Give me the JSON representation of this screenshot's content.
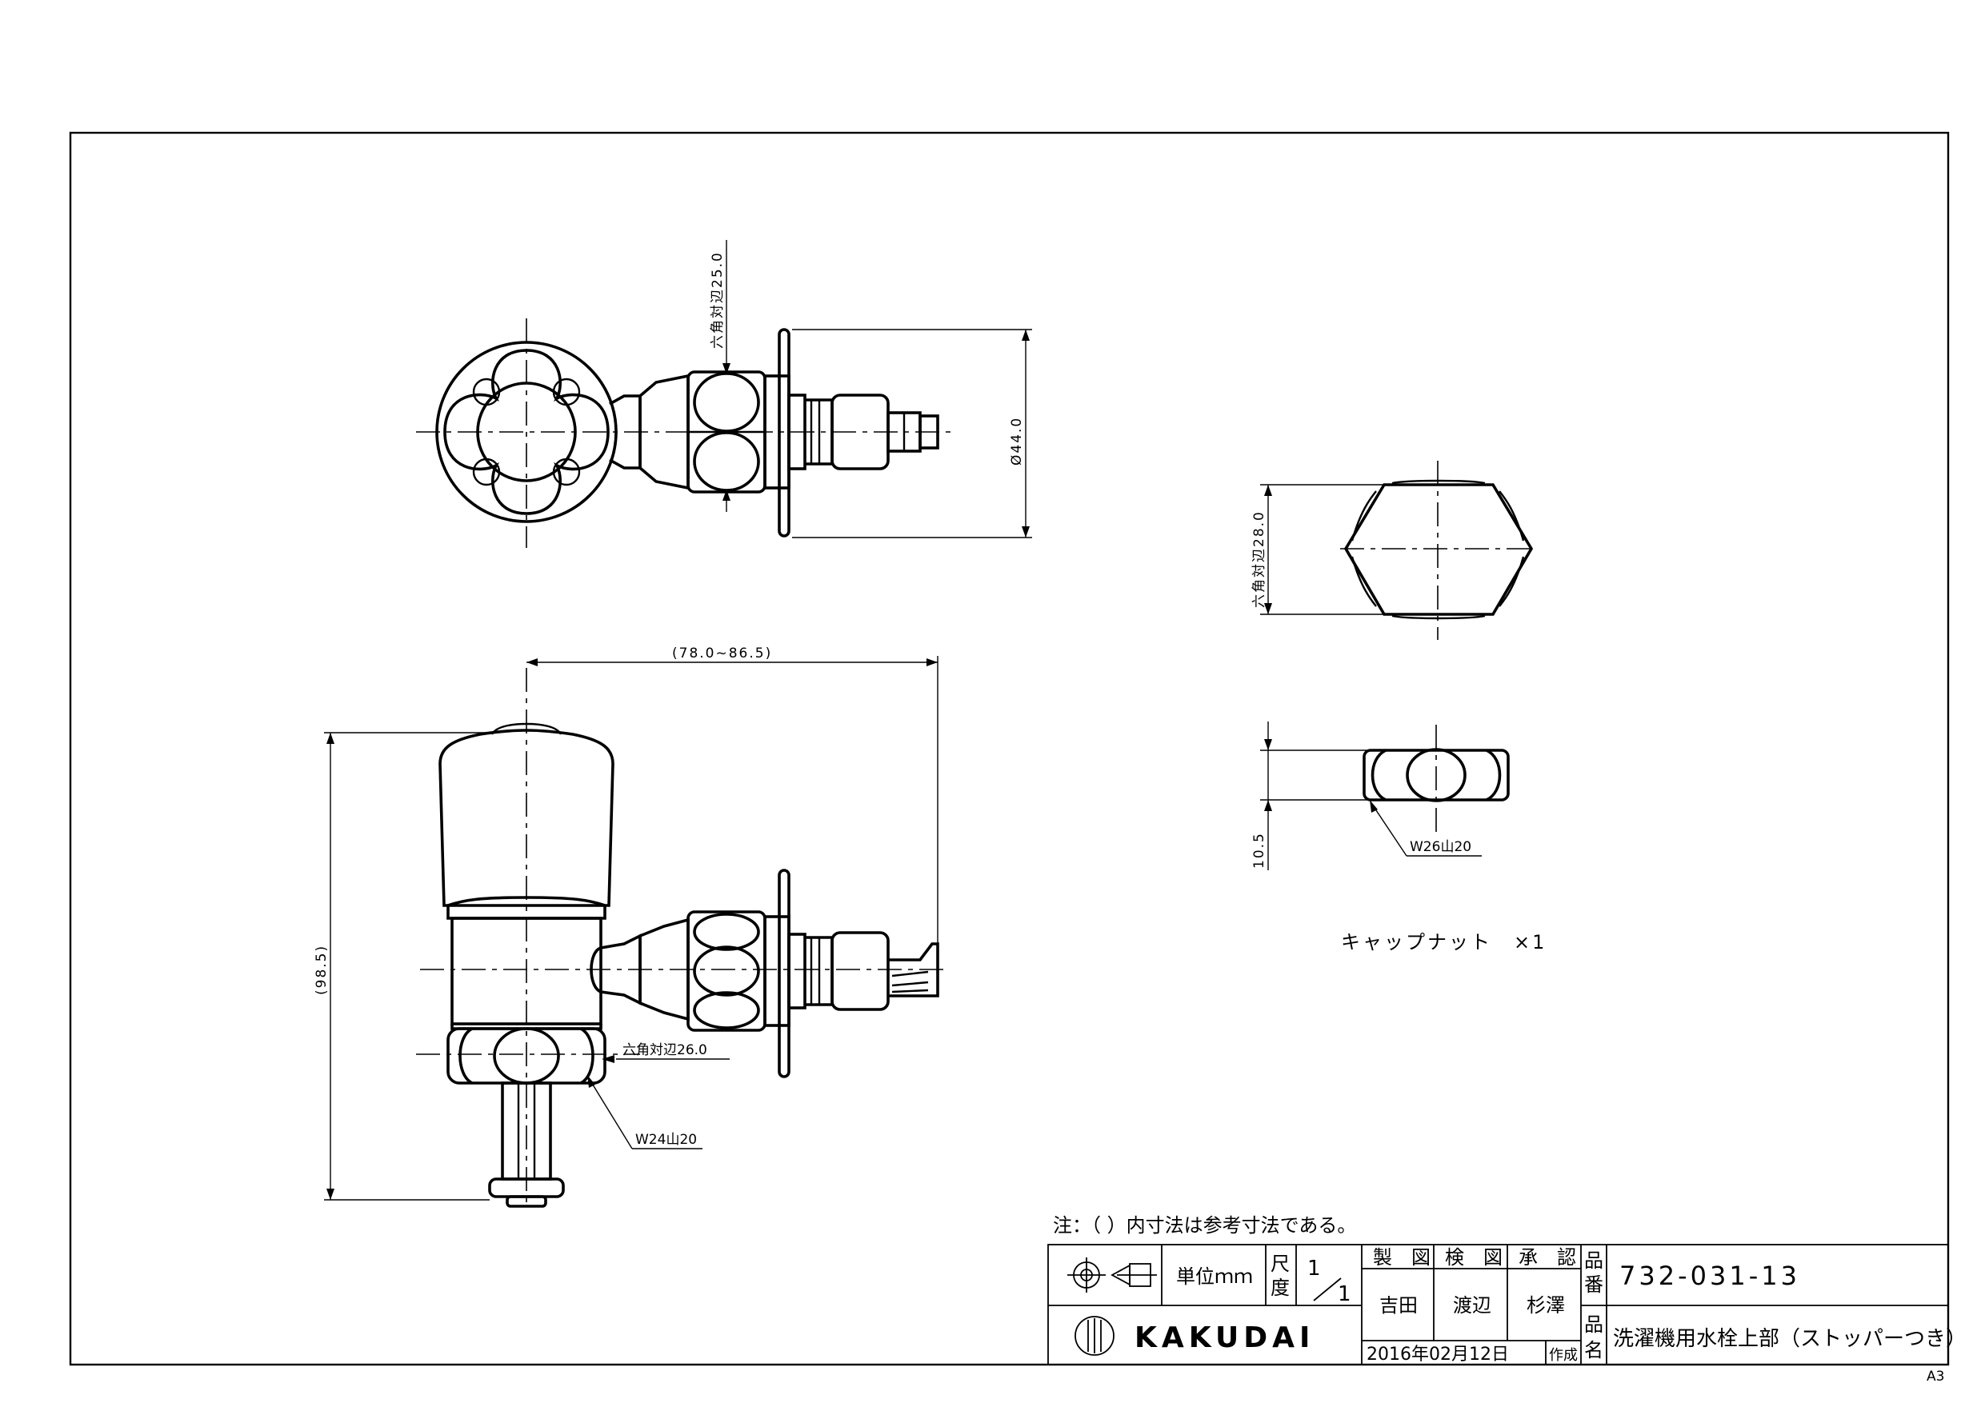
{
  "dims": {
    "hex_top": "六角対辺25.0",
    "dia_flange": "Ø44.0",
    "span": "(78.0~86.5)",
    "height": "(98.5)",
    "hex_body": "六角対辺26.0",
    "thread_body": "W24山20",
    "hex_cap": "六角対辺28.0",
    "cap_height": "10.5",
    "thread_cap": "W26山20"
  },
  "labels": {
    "cap_nut": "キャップナット　×1",
    "note": "注：（ ）内寸法は参考寸法である。",
    "paper_size": "A3"
  },
  "title_block": {
    "unit_label": "単位ｍｍ",
    "scale_label_1": "尺",
    "scale_label_2": "度",
    "scale_num": "1",
    "scale_den": "1",
    "made_label": "製　図",
    "checked_label": "検　図",
    "approved_label": "承　認",
    "made_by": "吉田",
    "checked_by": "渡辺",
    "approved_by": "杉澤",
    "part_no_label_1": "品",
    "part_no_label_2": "番",
    "part_no": "732-031-13",
    "part_name_label_1": "品",
    "part_name_label_2": "名",
    "part_name": "洗濯機用水栓上部（ストッパーつき）",
    "date": "2016年02月12日",
    "created_label": "作成",
    "logo_text": "KAKUDAI"
  }
}
